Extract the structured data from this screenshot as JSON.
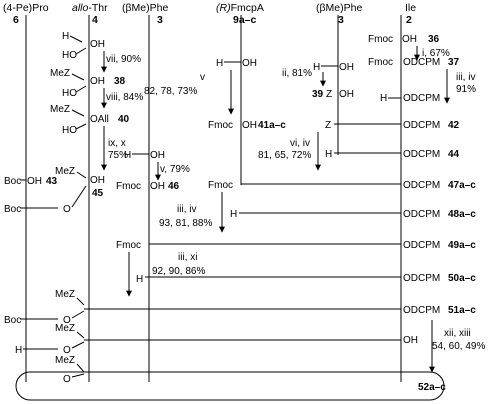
{
  "columns": [
    {
      "prefix": "(4-Pe)",
      "name": "Pro",
      "number": "6"
    },
    {
      "prefix": "allo",
      "name": "-Thr",
      "number": "4"
    },
    {
      "prefix": "(βMe)",
      "name": "Phe",
      "number": "3"
    },
    {
      "prefix": "(R)",
      "name": "FmcpA",
      "number": "9a–c"
    },
    {
      "prefix": "(βMe)",
      "name": "Phe",
      "number": "3"
    },
    {
      "prefix": "",
      "name": "Ile",
      "number": "2"
    }
  ],
  "steps": {
    "s_i": "i, 67%",
    "s_ii": "ii, 81%",
    "s_iii_iv_a": "iii, iv",
    "s_iii_iv_a_yield": "91%",
    "s_vii": "vii, 90%",
    "s_viii": "viii, 84%",
    "s_v_a": "v",
    "s_v_a_yield": "82, 78, 73%",
    "s_ix_x": "ix, x",
    "s_ix_x_yield": "75%",
    "s_v_b": "v, 79%",
    "s_vi_iv": "vi, iv",
    "s_vi_iv_yield": "81, 65, 72%",
    "s_iii_iv_b": "iii, iv",
    "s_iii_iv_b_yield": "93, 81, 88%",
    "s_iii_xi": "iii, xi",
    "s_iii_xi_yield": "92, 90, 86%",
    "s_xii_xiii": "xii, xiii",
    "s_xii_xiii_yield": "54, 60, 49%"
  },
  "compounds": {
    "c36": "36",
    "c37": "37",
    "c38": "38",
    "c39": "39",
    "c40": "40",
    "c41": "41a–c",
    "c42": "42",
    "c43": "43",
    "c44": "44",
    "c45": "45",
    "c46": "46",
    "c47": "47a–c",
    "c48": "48a–c",
    "c49": "49a–c",
    "c50": "50a–c",
    "c51": "51a–c",
    "c52": "52a–c"
  },
  "groups": {
    "fmoc": "Fmoc",
    "oh": "OH",
    "h": "H",
    "ho": "HO",
    "oall": "OAll",
    "meZ": "MeZ",
    "z": "Z",
    "o": "O",
    "boc": "Boc",
    "odcpm": "ODCPM",
    "h_oh": "H–OH"
  }
}
